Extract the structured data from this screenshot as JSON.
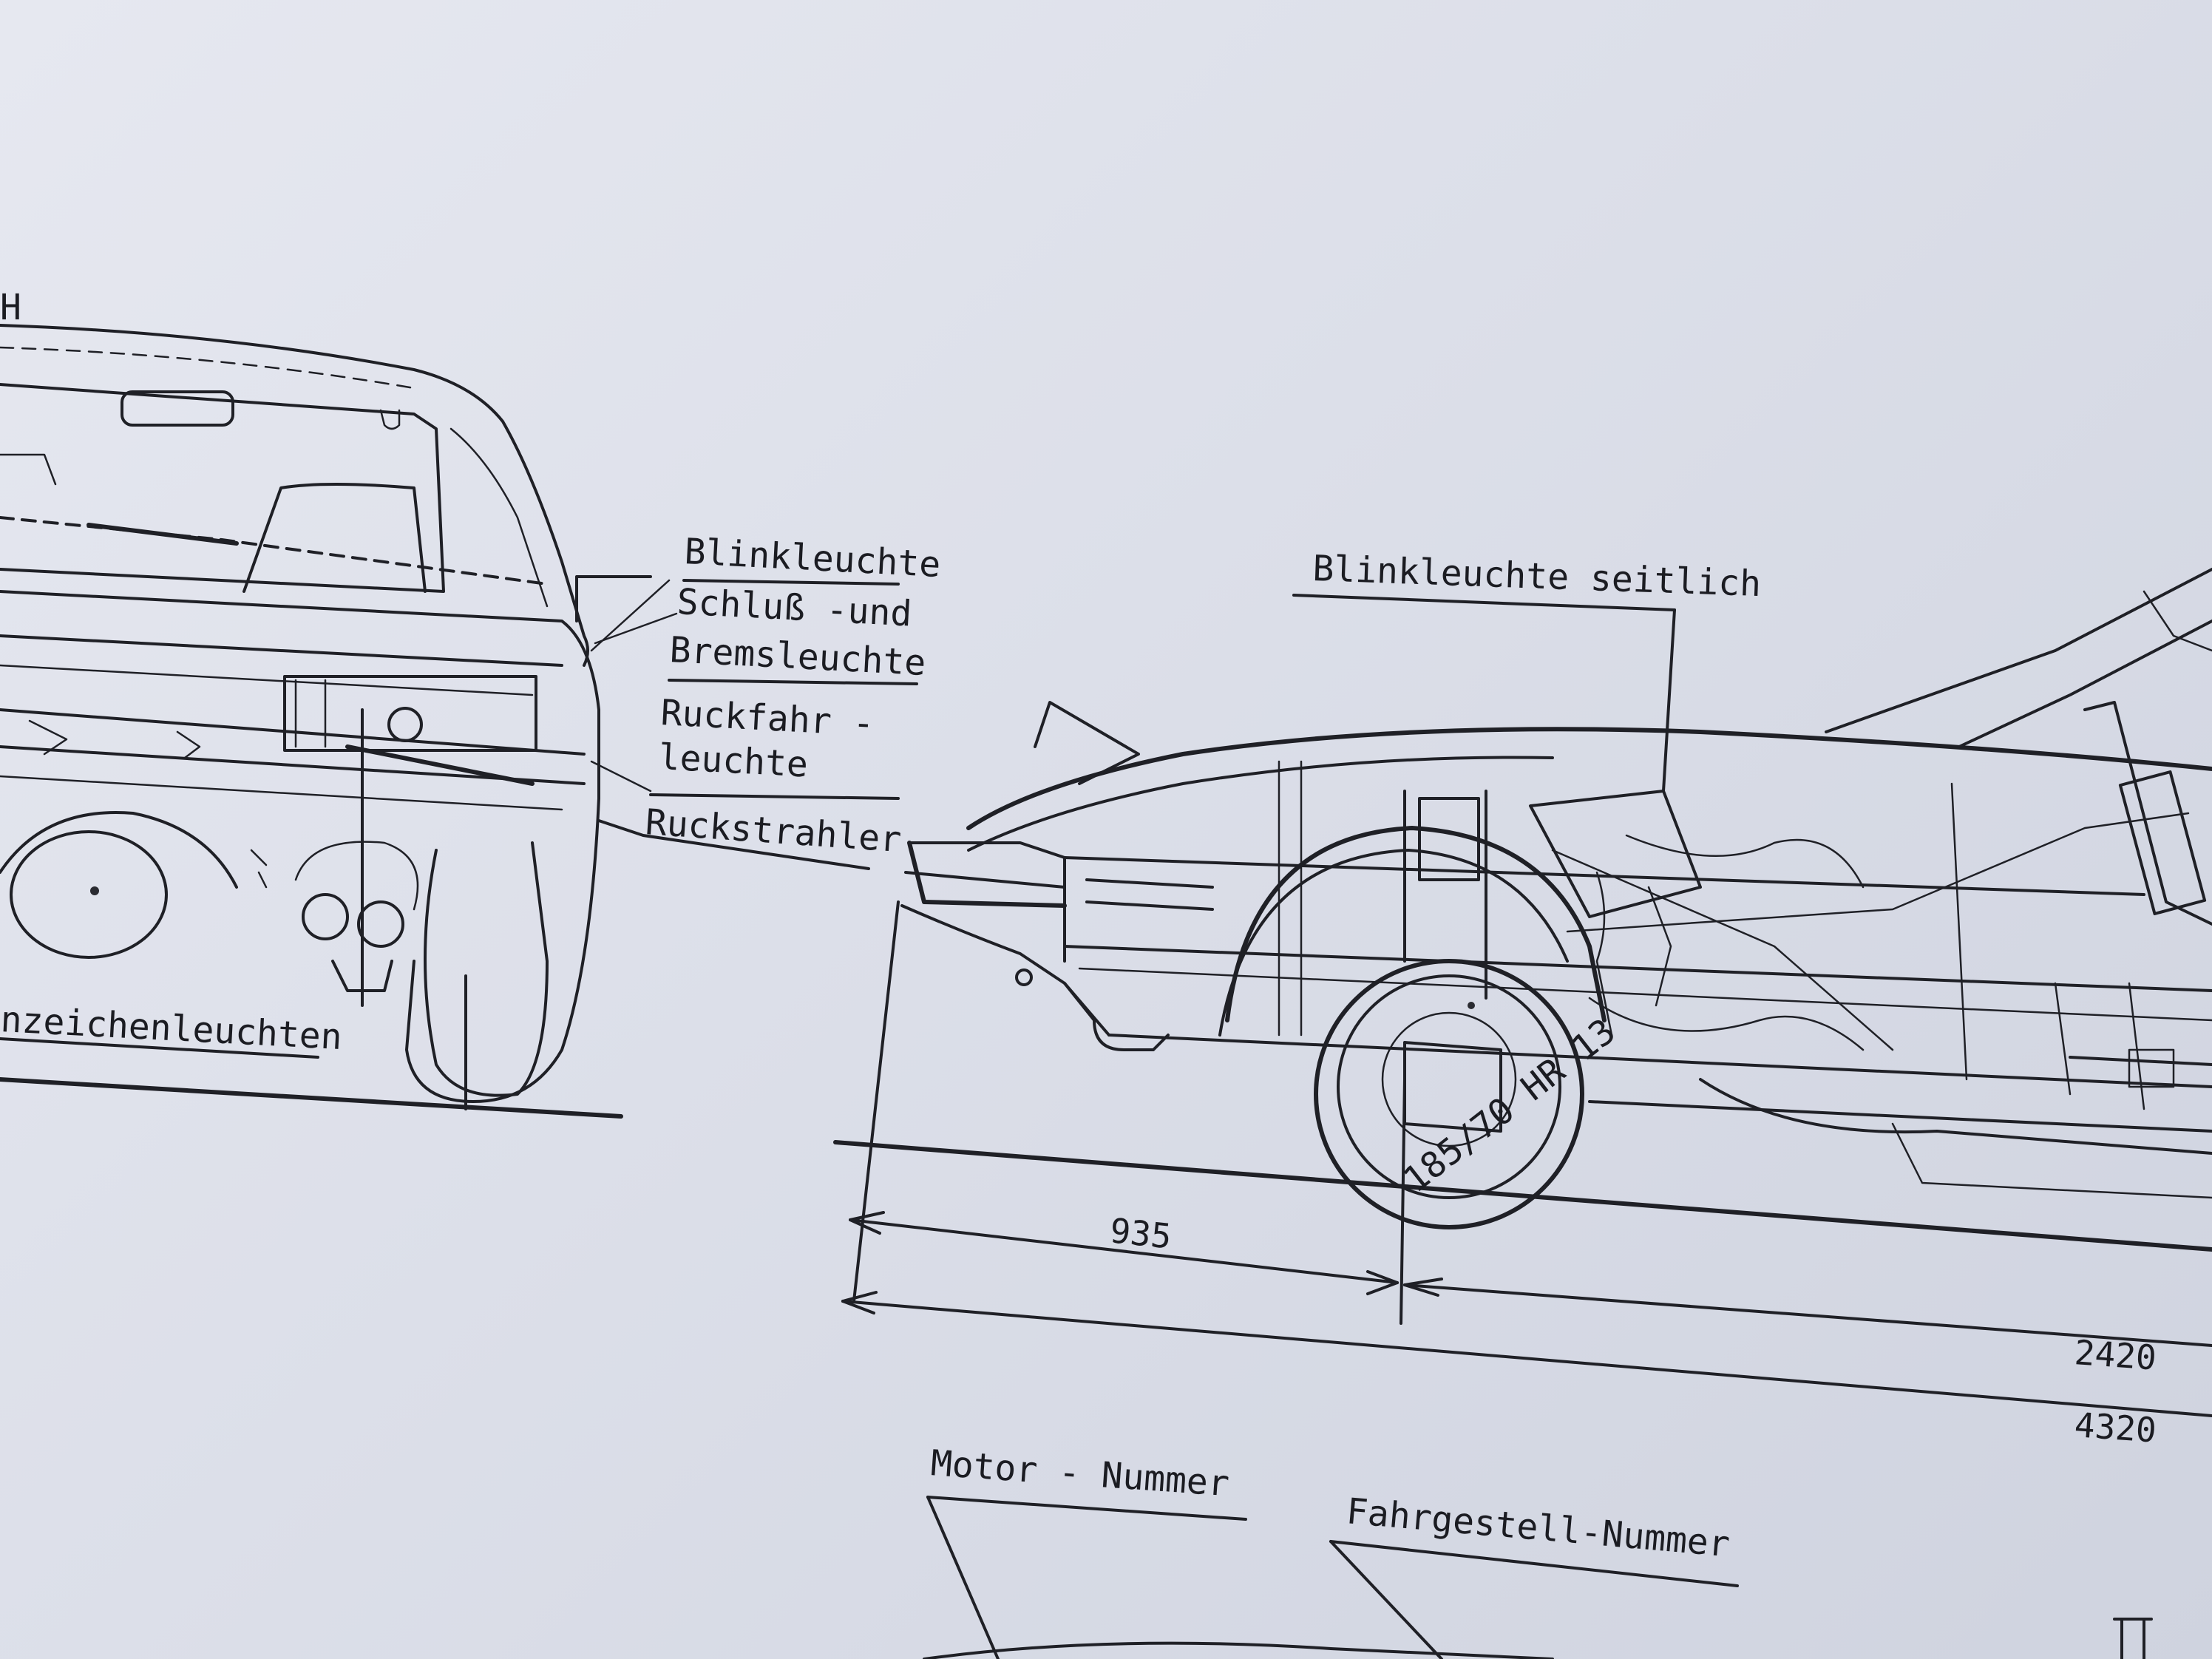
{
  "labels": {
    "corner_mark": "H",
    "blinkleuchte": "Blinkleuchte",
    "schluss_und": "Schluß -und",
    "bremsleuchte": "Bremsleuchte",
    "rueckfahr_1": "Ruckfahr -",
    "rueckfahr_2": "leuchte",
    "rueckstrahler": "Ruckstrahler",
    "kennzeichen": "nzeichenleuchten",
    "blinkleuchte_seitlich": "Blinkleuchte seitlich",
    "tire": "185/70 HR 13",
    "motor_nummer": "Motor - Nummer",
    "fahrgestell_nummer": "Fahrgestell-Nummer"
  },
  "dimensions": {
    "front_overhang": "935",
    "wheelbase": "2420",
    "length": "4320"
  }
}
